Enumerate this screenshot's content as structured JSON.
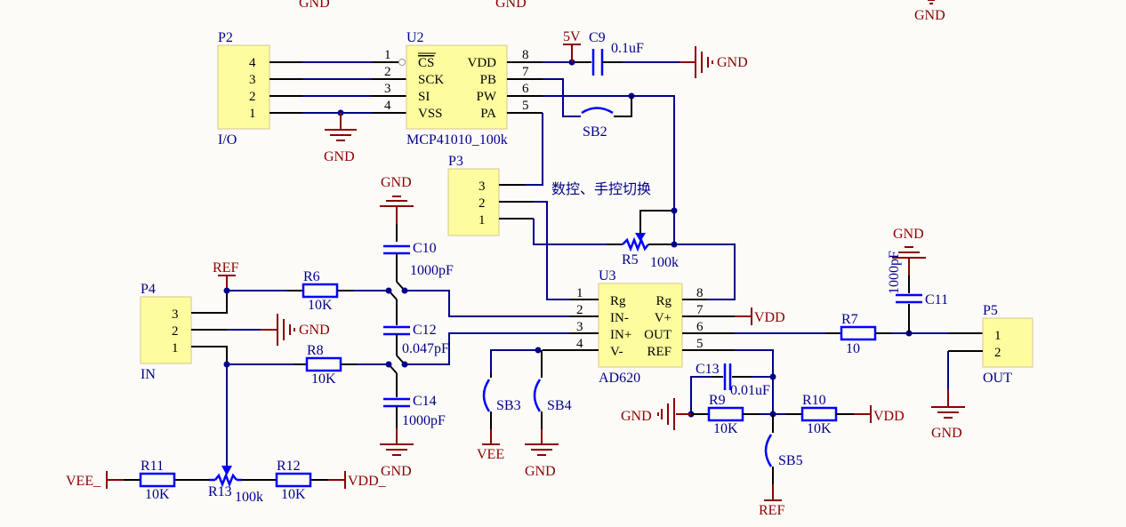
{
  "colors": {
    "background": "#fdfbf7",
    "wire": "#00008b",
    "power": "#8b0000",
    "component": "#0000ff",
    "part_body": "#fdfd9f"
  },
  "top_labels": [
    "GND",
    "GND",
    "GND"
  ],
  "p2": {
    "designator": "P2",
    "comment": "I/O",
    "pins": [
      "4",
      "3",
      "2",
      "1"
    ]
  },
  "u2": {
    "designator": "U2",
    "comment": "MCP41010_100k",
    "left_pins": [
      {
        "num": "1",
        "name": "CS",
        "inverted": true
      },
      {
        "num": "2",
        "name": "SCK"
      },
      {
        "num": "3",
        "name": "SI"
      },
      {
        "num": "4",
        "name": "VSS"
      }
    ],
    "right_pins": [
      {
        "num": "8",
        "name": "VDD"
      },
      {
        "num": "7",
        "name": "PB"
      },
      {
        "num": "6",
        "name": "PW"
      },
      {
        "num": "5",
        "name": "PA"
      }
    ]
  },
  "gnd_u2": "GND",
  "c9": {
    "designator": "C9",
    "value": "0.1uF",
    "supply": "5V",
    "gnd": "GND"
  },
  "sb2": {
    "designator": "SB2"
  },
  "p3": {
    "designator": "P3",
    "pins": [
      "3",
      "2",
      "1"
    ]
  },
  "note": "数控、手控切换",
  "r5": {
    "designator": "R5",
    "value": "100k"
  },
  "c10": {
    "designator": "C10",
    "value": "1000pF",
    "gnd": "GND"
  },
  "p4": {
    "designator": "P4",
    "comment": "IN",
    "pins": [
      "3",
      "2",
      "1"
    ],
    "ref": "REF",
    "gnd": "GND"
  },
  "r6": {
    "designator": "R6",
    "value": "10K"
  },
  "r8": {
    "designator": "R8",
    "value": "10K"
  },
  "c12": {
    "designator": "C12",
    "value": "0.047pF"
  },
  "c14": {
    "designator": "C14",
    "value": "1000pF",
    "gnd": "GND"
  },
  "u3": {
    "designator": "U3",
    "comment": "AD620",
    "left_pins": [
      {
        "num": "1",
        "name": "Rg"
      },
      {
        "num": "2",
        "name": "IN-"
      },
      {
        "num": "3",
        "name": "IN+"
      },
      {
        "num": "4",
        "name": "V-"
      }
    ],
    "right_pins": [
      {
        "num": "8",
        "name": "Rg"
      },
      {
        "num": "7",
        "name": "V+"
      },
      {
        "num": "6",
        "name": "OUT"
      },
      {
        "num": "5",
        "name": "REF"
      }
    ],
    "vdd": "VDD"
  },
  "sb3": {
    "designator": "SB3",
    "supply": "VEE"
  },
  "sb4": {
    "designator": "SB4",
    "gnd": "GND"
  },
  "r7": {
    "designator": "R7",
    "value": "10"
  },
  "c11": {
    "designator": "C11",
    "value": "1000pF",
    "gnd": "GND"
  },
  "p5": {
    "designator": "P5",
    "comment": "OUT",
    "pins": [
      "1",
      "2"
    ],
    "gnd": "GND"
  },
  "c13": {
    "designator": "C13",
    "value": "0.01uF"
  },
  "r9": {
    "designator": "R9",
    "value": "10K",
    "gnd": "GND"
  },
  "r10": {
    "designator": "R10",
    "value": "10K",
    "supply": "VDD"
  },
  "sb5": {
    "designator": "SB5",
    "ref": "REF"
  },
  "r11": {
    "designator": "R11",
    "value": "10K",
    "supply": "VEE_"
  },
  "r12": {
    "designator": "R12",
    "value": "10K",
    "supply": "VDD_"
  },
  "r13": {
    "designator": "R13",
    "value": "100k"
  }
}
